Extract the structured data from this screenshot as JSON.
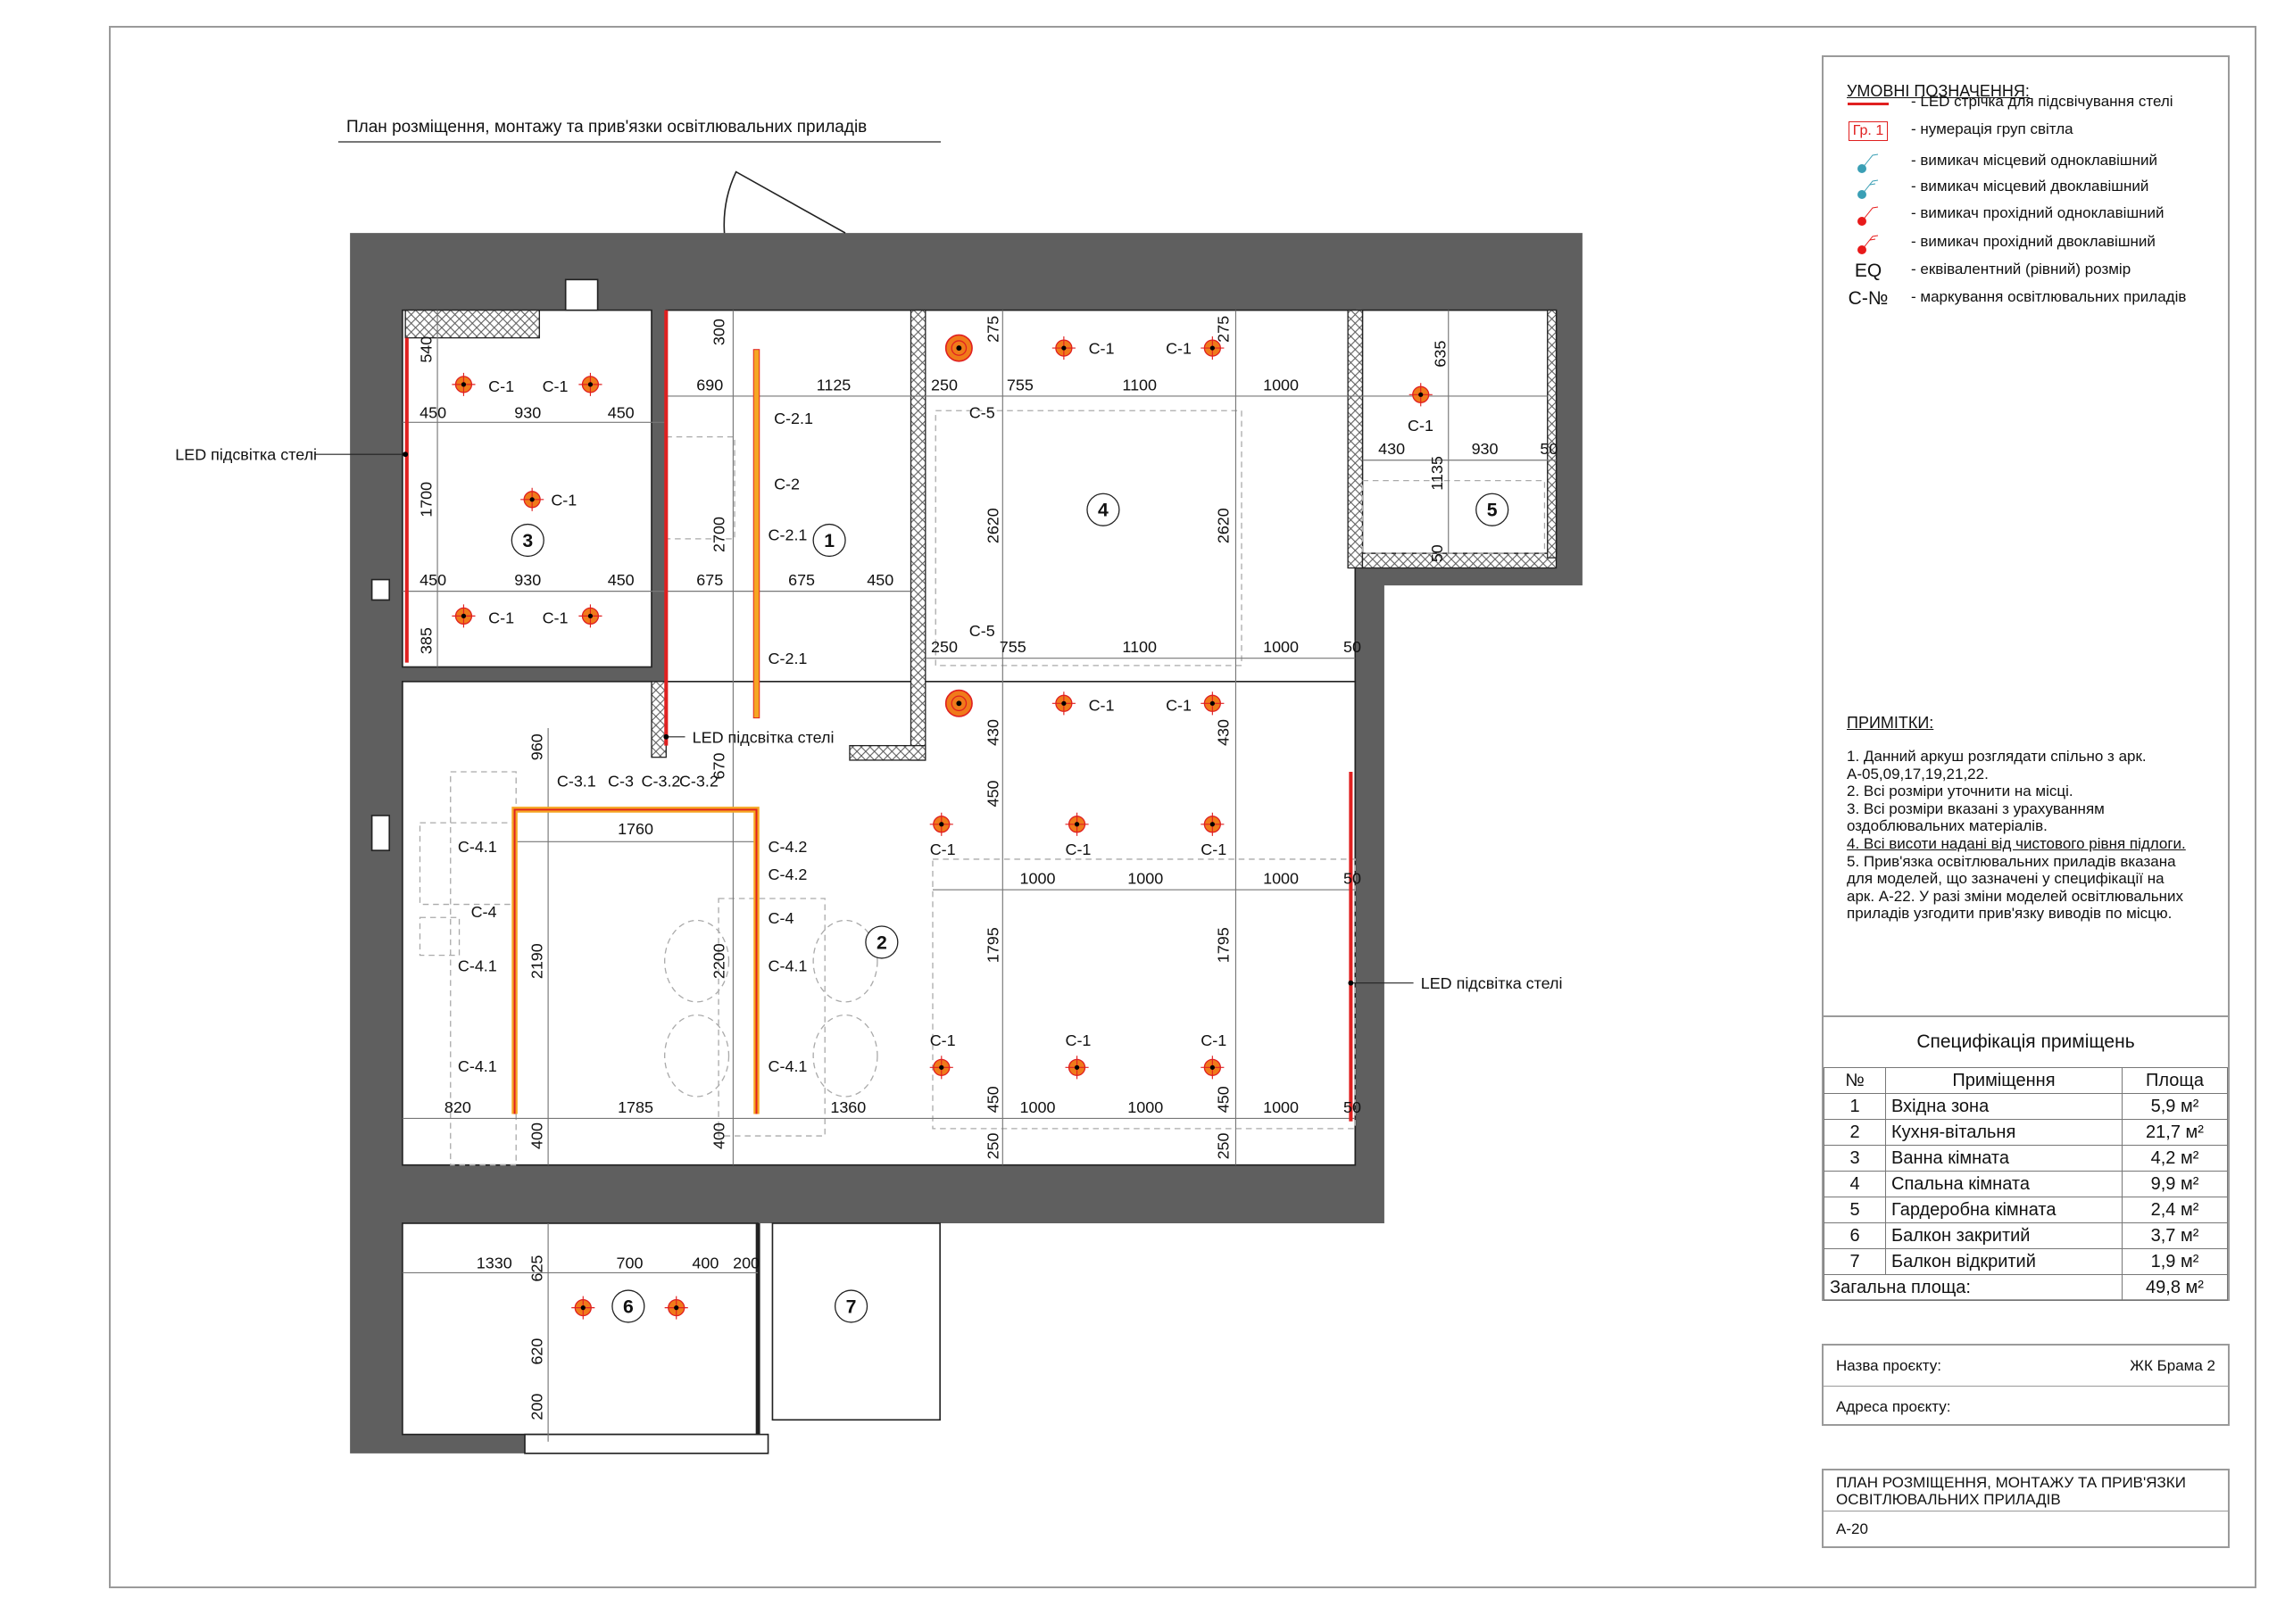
{
  "plan_title": "План розміщення, монтажу та прив'язки освітлювальних приладів",
  "legend": {
    "title": "УМОВНІ ПОЗНАЧЕННЯ:",
    "items": [
      {
        "symbol": "led-strip-line",
        "symbol_text": "",
        "text": "- LED стрічка для підсвічування стелі"
      },
      {
        "symbol": "group-box",
        "symbol_text": "Гр. 1",
        "text": "- нумерація груп світла"
      },
      {
        "symbol": "switch-local-single",
        "symbol_text": "",
        "text": "- вимикач місцевий одноклавішний"
      },
      {
        "symbol": "switch-local-double",
        "symbol_text": "",
        "text": "- вимикач місцевий двоклавішний"
      },
      {
        "symbol": "switch-pass-single",
        "symbol_text": "",
        "text": "- вимикач прохідний одноклавішний"
      },
      {
        "symbol": "switch-pass-double",
        "symbol_text": "",
        "text": "- вимикач прохідний двоклавішний"
      },
      {
        "symbol": "eq",
        "symbol_text": "EQ",
        "text": "- еквівалентний (рівний) розмір"
      },
      {
        "symbol": "c-no",
        "symbol_text": "C-№",
        "text": "- маркування освітлювальних приладів"
      }
    ],
    "colors": {
      "led": "#e02020",
      "local_switch": "#3a9fb5",
      "pass_switch": "#e81a1a"
    }
  },
  "notes": {
    "title": "ПРИМІТКИ:",
    "items": [
      "1. Данний аркуш розглядати спільно з арк.\nА-05,09,17,19,21,22.",
      "2. Всі розміри уточнити на місці.",
      "3. Всі розміри вказані з урахуванням\nоздоблювальних матеріалів.",
      "4. Всі висоти надані від чистового рівня підлоги.",
      "5. Прив'язка освітлювальних приладів вказана\nдля моделей, що зазначені у специфікації на\nарк. А-22. У разі зміни моделей освітлювальних\nприладів узгодити прив'язку виводів по місцю."
    ]
  },
  "spec": {
    "title": "Специфікація приміщень",
    "headers": [
      "№",
      "Приміщення",
      "Площа"
    ],
    "rows": [
      [
        "1",
        "Вхідна зона",
        "5,9 м²"
      ],
      [
        "2",
        "Кухня-вітальня",
        "21,7 м²"
      ],
      [
        "3",
        "Ванна кімната",
        "4,2 м²"
      ],
      [
        "4",
        "Спальна кімната",
        "9,9 м²"
      ],
      [
        "5",
        "Гардеробна кімната",
        "2,4 м²"
      ],
      [
        "6",
        "Балкон закритий",
        "3,7 м²"
      ],
      [
        "7",
        "Балкон відкритий",
        "1,9 м²"
      ]
    ],
    "total_label": "Загальна площа:",
    "total_value": "49,8 м²"
  },
  "project": {
    "name_label": "Назва проєкту:",
    "name_value": "ЖК Брама 2",
    "address_label": "Адреса проєкту:"
  },
  "title_block": {
    "sheet_title": "ПЛАН РОЗМІЩЕННЯ, МОНТАЖУ ТА ПРИВ'ЯЗКИ ОСВІТЛЮВАЛЬНИХ ПРИЛАДІВ",
    "sheet_number": "А-20"
  },
  "plan": {
    "room_numbers": [
      "1",
      "2",
      "3",
      "4",
      "5",
      "6",
      "7"
    ],
    "callouts": [
      "LED підсвітка стелі",
      "LED підсвітка стелі",
      "LED підсвітка стелі"
    ],
    "fixture_labels": [
      "C-1",
      "C-1",
      "C-1",
      "C-1",
      "C-1",
      "C-2.1",
      "C-2",
      "C-2.1",
      "C-2.1",
      "C-1",
      "C-1",
      "C-5",
      "C-5",
      "C-1",
      "C-1",
      "C-1",
      "C-3.1",
      "C-3",
      "C-3.2",
      "C-3.2",
      "C-4.1",
      "C-4.2",
      "C-4.2",
      "C-4",
      "C-4",
      "C-4.1",
      "C-4.1",
      "C-4.1",
      "C-4.1",
      "C-1",
      "C-1",
      "C-1",
      "C-1",
      "C-1",
      "C-1"
    ],
    "dimensions_h": [
      "450",
      "930",
      "450",
      "690",
      "1125",
      "250",
      "755",
      "1100",
      "1000",
      "450",
      "930",
      "450",
      "675",
      "675",
      "450",
      "250",
      "755",
      "1100",
      "1000",
      "50",
      "430",
      "930",
      "50",
      "1760",
      "1000",
      "1000",
      "1000",
      "50",
      "820",
      "1785",
      "1360",
      "1000",
      "1000",
      "1000",
      "50",
      "1330",
      "700",
      "400",
      "200"
    ],
    "dimensions_v": [
      "540",
      "300",
      "275",
      "275",
      "635",
      "1700",
      "2700",
      "2620",
      "2620",
      "1135",
      "50",
      "385",
      "960",
      "670",
      "430",
      "430",
      "450",
      "2190",
      "2200",
      "1795",
      "1795",
      "400",
      "400",
      "450",
      "450",
      "250",
      "250",
      "625",
      "620",
      "200"
    ],
    "colors": {
      "wall": "#5f5f5f",
      "led": "#e02020",
      "fixture": "#f07a1a",
      "strip": "#f5a623"
    }
  }
}
